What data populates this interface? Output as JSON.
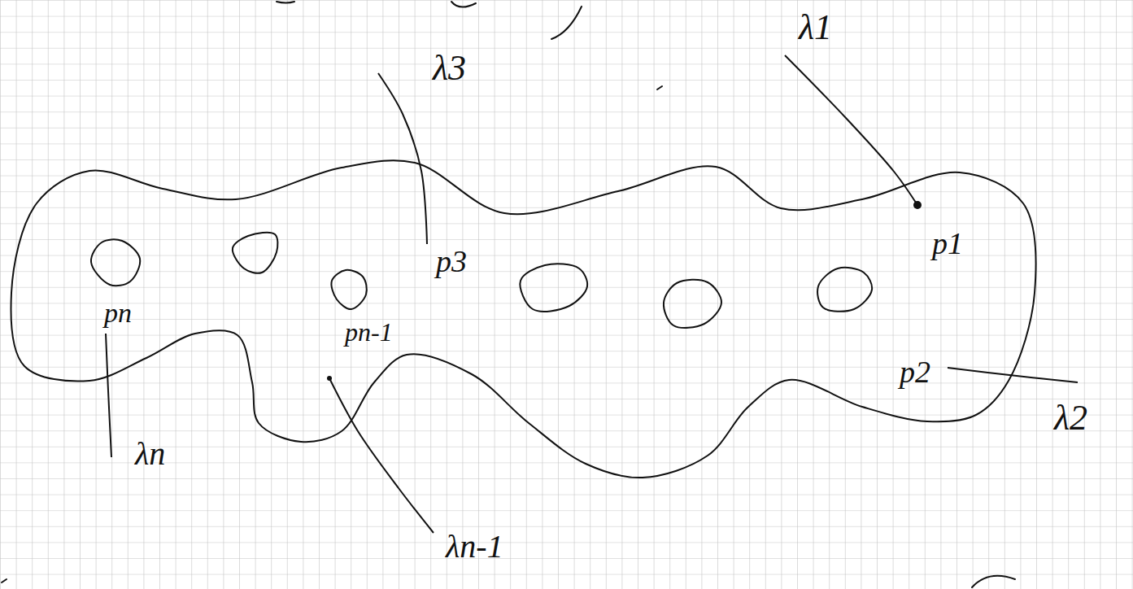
{
  "diagram": {
    "labels": [
      "λ1",
      "p1",
      "λ3",
      "p3",
      "pn",
      "pn-1",
      "p2",
      "λ2",
      "λn",
      "λn-1"
    ]
  }
}
